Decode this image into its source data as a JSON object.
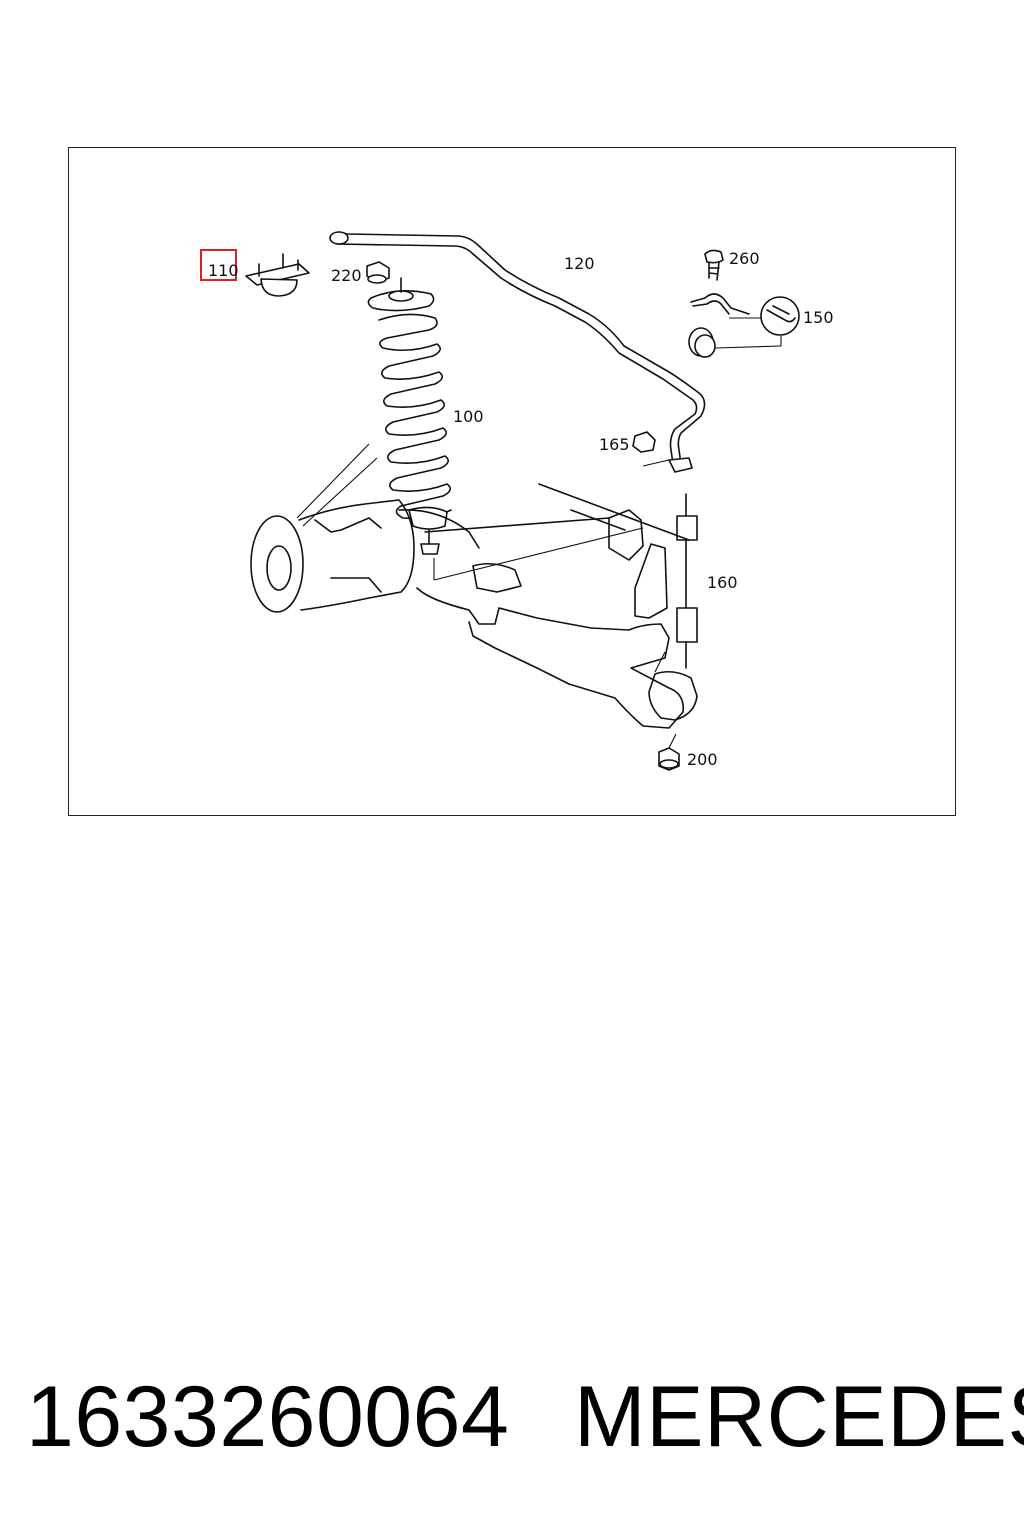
{
  "diagram": {
    "callouts": {
      "c110": "110",
      "c220": "220",
      "c120": "120",
      "c260": "260",
      "c150": "150",
      "c100": "100",
      "c165": "165",
      "c160": "160",
      "c200": "200"
    },
    "highlighted_callout": "110",
    "highlight_color": "#e02020"
  },
  "footer": {
    "part_number": "1633260064",
    "brand": "MERCEDES"
  }
}
